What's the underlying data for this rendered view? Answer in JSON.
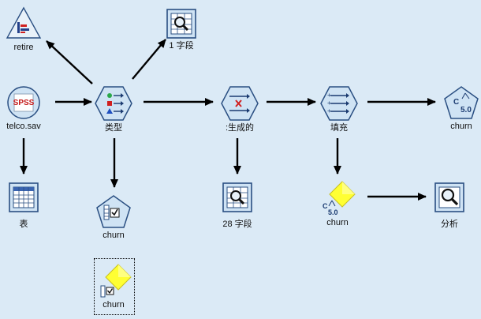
{
  "nodes": {
    "retire": "retire",
    "field1": "1 字段",
    "telco": "telco.sav",
    "type": "类型",
    "generated": ":生成的",
    "fill": "填充",
    "churn_model_right": "churn",
    "table": "表",
    "churn_tree": "churn",
    "field28": "28 字段",
    "churn_model_fill": "churn",
    "analysis": "分析",
    "churn_selected": "churn"
  },
  "icons": {
    "telco": "spss-file-icon",
    "retire": "graph-icon",
    "field1": "data-audit-icon",
    "type": "type-icon",
    "generated": "filter-icon",
    "fill": "fill-icon",
    "churn_model_right": "model-icon",
    "table": "table-icon",
    "churn_tree": "tree-icon",
    "field28": "data-audit-icon",
    "churn_model_fill": "model-nugget-icon",
    "analysis": "analysis-icon",
    "churn_selected": "model-nugget-icon"
  },
  "colors": {
    "background": "#dbeaf6",
    "node_fill": "#cfe3f4",
    "node_stroke": "#2a4f82",
    "nugget": "#ffff33"
  }
}
